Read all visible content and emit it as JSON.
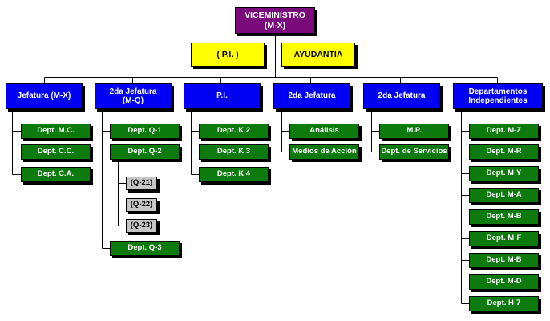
{
  "top": {
    "title": "VICEMINISTRO\n(M-X)"
  },
  "support": [
    {
      "label": "( P.I. )"
    },
    {
      "label": "AYUDANTIA"
    }
  ],
  "departments": [
    {
      "header": "Jefatura (M-X)",
      "items": [
        "Dept. M.C.",
        "Dept. C.C.",
        "Dept. C.A."
      ]
    },
    {
      "header": "2da Jefatura\n(M-Q)",
      "items": [
        "Dept. Q-1",
        "Dept. Q-2",
        "Dept. Q-3"
      ],
      "subitems": [
        "(Q-21)",
        "(Q-22)",
        "(Q-23)"
      ]
    },
    {
      "header": "P.I.",
      "items": [
        "Dept. K 2",
        "Dept. K 3",
        "Dept. K 4"
      ]
    },
    {
      "header": "2da Jefatura",
      "items": [
        "Análisis",
        "Medios de Acción"
      ]
    },
    {
      "header": "2da Jefatura",
      "items": [
        "M.P.",
        "Dept. de Servicios"
      ]
    },
    {
      "header": "Departamentos\nIndependientes",
      "items": [
        "Dept. M-Z",
        "Dept. M-R",
        "Dept. M-Y",
        "Dept. M-A",
        "Dept. M-B",
        "Dept. M-F",
        "Dept. M-B",
        "Dept. M-D",
        "Dept. H-7"
      ]
    }
  ],
  "colors": {
    "top": "#7a0a7c",
    "support": "#ffff00",
    "header": "#0000f5",
    "item": "#0c7a0c",
    "subitem": "#c6c6c6"
  }
}
